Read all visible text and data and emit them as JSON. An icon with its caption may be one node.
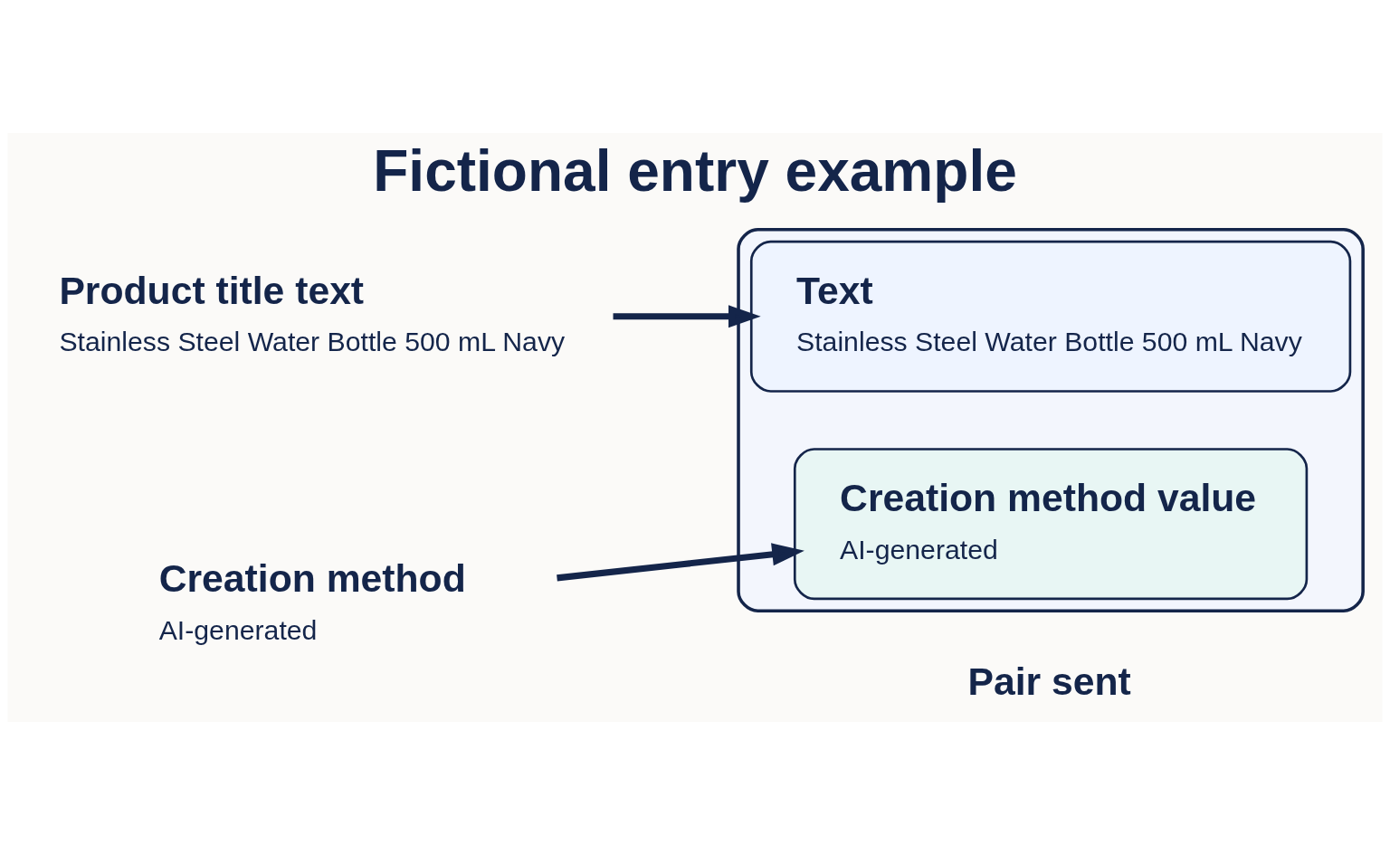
{
  "diagram": {
    "title": "Fictional entry example",
    "nodes": [
      {
        "text": [
          "Product title text",
          "Stainless Steel Water Bottle 500 mL Navy"
        ]
      },
      {
        "text": [
          "Creation method",
          "AI-generated"
        ]
      },
      {
        "text": [],
        "shape": "box"
      },
      {
        "text": [
          "Text",
          "Stainless Steel Water Bottle 500 mL Navy"
        ],
        "in": 2
      },
      {
        "text": [
          "Creation method value",
          "AI-generated"
        ],
        "in": 2
      }
    ],
    "edges": [
      {
        "from": 0,
        "to": 3,
        "arrow": "to"
      },
      {
        "from": 1,
        "to": 4,
        "arrow": "to"
      }
    ],
    "labels": [
      "Pair sent"
    ]
  }
}
